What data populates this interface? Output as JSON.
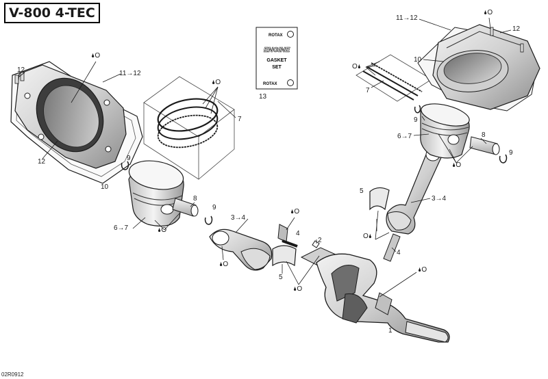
{
  "title": "V-800 4-TEC",
  "drawing_code": "02R0912",
  "kit": {
    "brand": "ROTAX",
    "word": "ENGINE",
    "line1": "GASKET",
    "line2": "SET"
  },
  "callouts": {
    "c1": "1",
    "c2": "2",
    "c3a": "3→4",
    "c3b": "3→4",
    "c4a": "4",
    "c4b": "4",
    "c5a": "5",
    "c5b": "5",
    "c6a": "6→7",
    "c6b": "6→7",
    "c7a": "7",
    "c7b": "7",
    "c8a": "8",
    "c8b": "8",
    "c9a": "9",
    "c9b": "9",
    "c9c": "9",
    "c9d": "9",
    "c10a": "10",
    "c10b": "10",
    "c11a": "11→12",
    "c11b": "11→12",
    "c12a": "12",
    "c12b": "12",
    "c12c": "12",
    "c13": "13"
  },
  "oil_symbol": "O",
  "colors": {
    "line": "#1a1a1a",
    "metal_light": "#e6e6e6",
    "metal_mid": "#c4c4c4",
    "metal_dark": "#8a8a8a"
  }
}
